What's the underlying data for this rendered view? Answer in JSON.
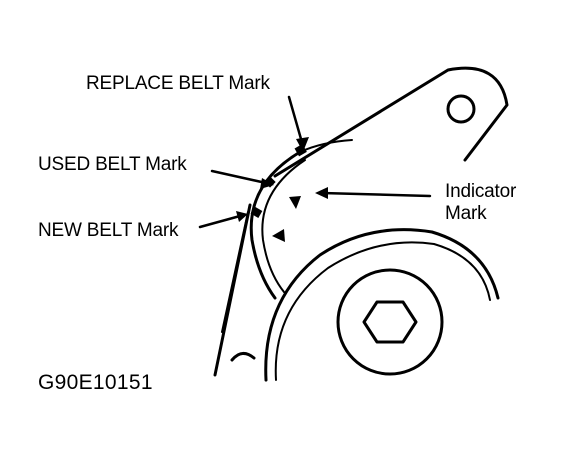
{
  "labels": {
    "replace_belt": "REPLACE BELT Mark",
    "used_belt": "USED BELT Mark",
    "new_belt": "NEW BELT Mark",
    "indicator_line1": "Indicator",
    "indicator_line2": "Mark"
  },
  "figure_code": "G90E10151",
  "colors": {
    "ink": "#000000",
    "paper": "#ffffff"
  }
}
